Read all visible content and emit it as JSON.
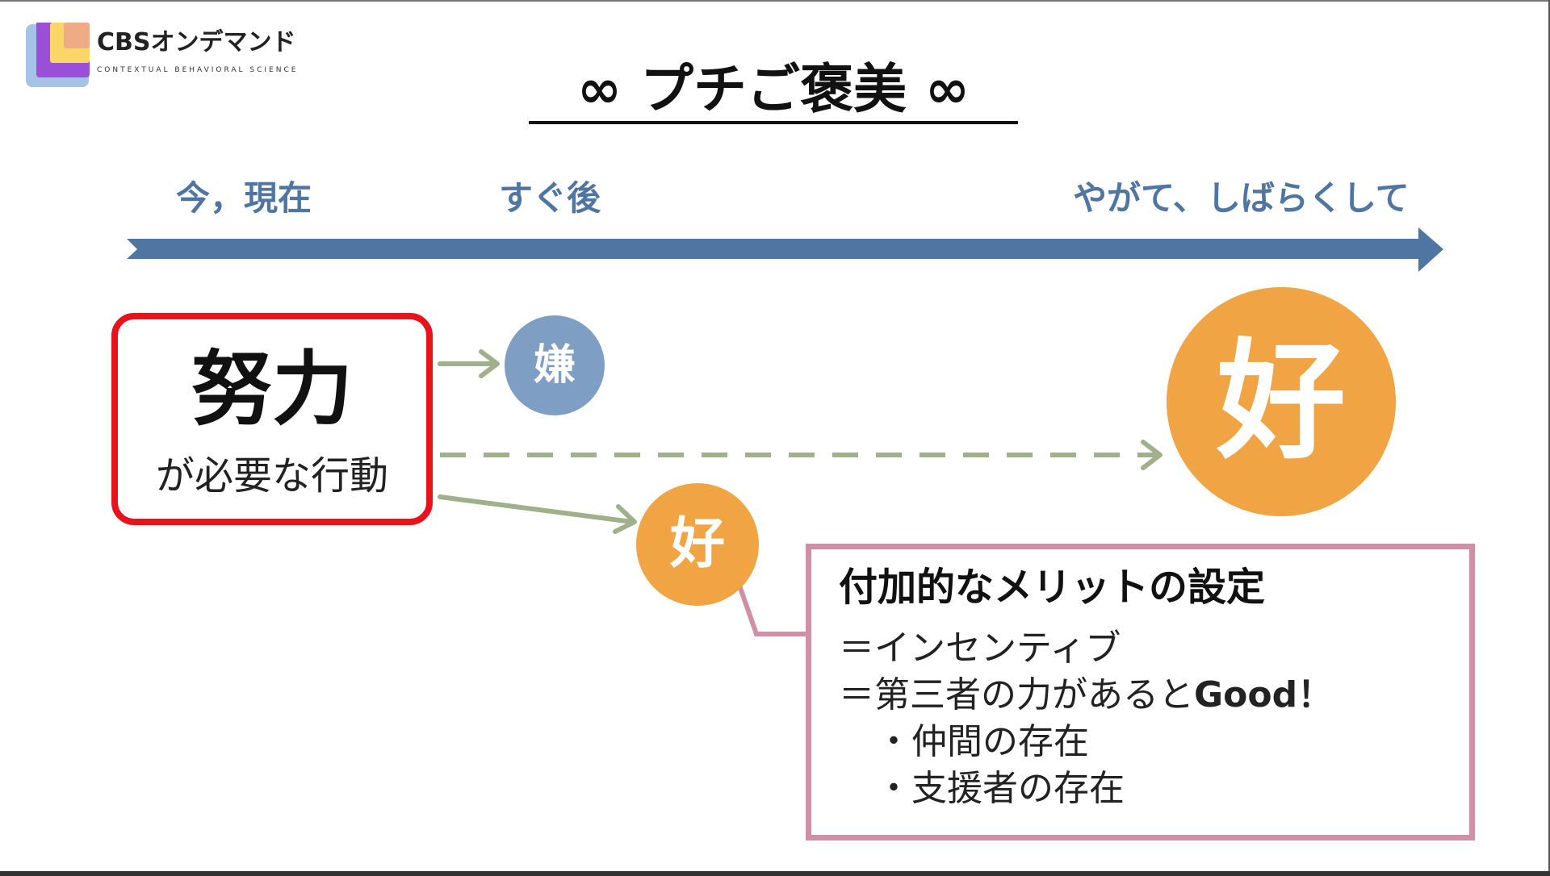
{
  "logo": {
    "name": "CBSオンデマンド",
    "subtitle": "CONTEXTUAL BEHAVIORAL SCIENCE"
  },
  "title": "∞ プチご褒美 ∞",
  "timeline": {
    "now": "今，現在",
    "soon": "すぐ後",
    "later": "やがて、しばらくして"
  },
  "behavior": {
    "main": "努力",
    "sub": "が必要な行動"
  },
  "outcomes": {
    "immediate_dislike": "嫌",
    "later_like": "好",
    "soon_like": "好"
  },
  "callout": {
    "title": "付加的なメリットの設定",
    "lines": [
      "＝インセンティブ",
      "＝第三者の力があると"
    ],
    "good": "Good！",
    "bullets": [
      "・仲間の存在",
      "・支援者の存在"
    ]
  },
  "colors": {
    "timeline": "#4f76a3",
    "effort_border": "#e8121a",
    "dislike": "#7f9ec4",
    "like": "#f0a443",
    "arrow": "#9fb08a",
    "callout": "#cf8fa4"
  }
}
